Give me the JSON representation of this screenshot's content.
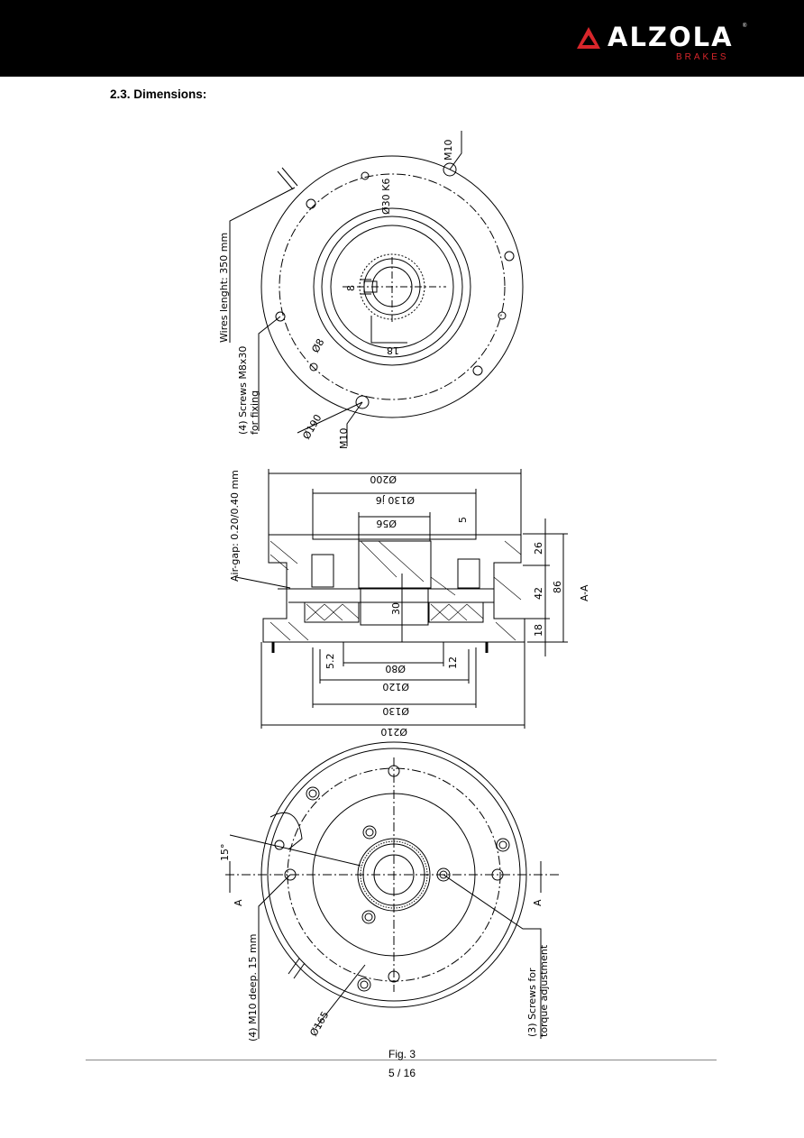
{
  "header": {
    "logo_text": "ALZOLA",
    "logo_subtext": "BRAKES",
    "logo_mark": "®",
    "brand_color": "#d8262b"
  },
  "section_title": "2.3.  Dimensions:",
  "drawing": {
    "top_view": {
      "m10_top": "M10",
      "bore": "Ø30 K6",
      "wires": "Wires lenght: 350 mm",
      "screws_line1": "(4) Screws M8x30",
      "screws_line2": "for fixing",
      "key_width": "8",
      "hole": "Ø8",
      "key_depth": "18",
      "pcd": "Ø190",
      "m10_bottom": "M10"
    },
    "section_view": {
      "air_gap": "Air-gap: 0.20/0.40 mm",
      "d200": "Ø200",
      "d130j6": "Ø130 j6",
      "d56": "Ø56",
      "dim5": "5",
      "dim26": "26",
      "dim42": "42",
      "dim86": "86",
      "dim18": "18",
      "section_label": "A-A",
      "dim30": "30",
      "dim5_2": "5.2",
      "dim12": "12",
      "d80": "Ø80",
      "d120": "Ø120",
      "d130": "Ø130",
      "d210": "Ø210"
    },
    "bottom_view": {
      "angle": "15°",
      "a_left": "A",
      "a_right": "A",
      "m10_holes": "(4) M10 deep. 15 mm",
      "pcd": "Ø165",
      "torque_line1": "(3) Screws for",
      "torque_line2": "torque adjustment"
    }
  },
  "footer": {
    "caption": "Fig. 3",
    "page": "5 / 16"
  }
}
